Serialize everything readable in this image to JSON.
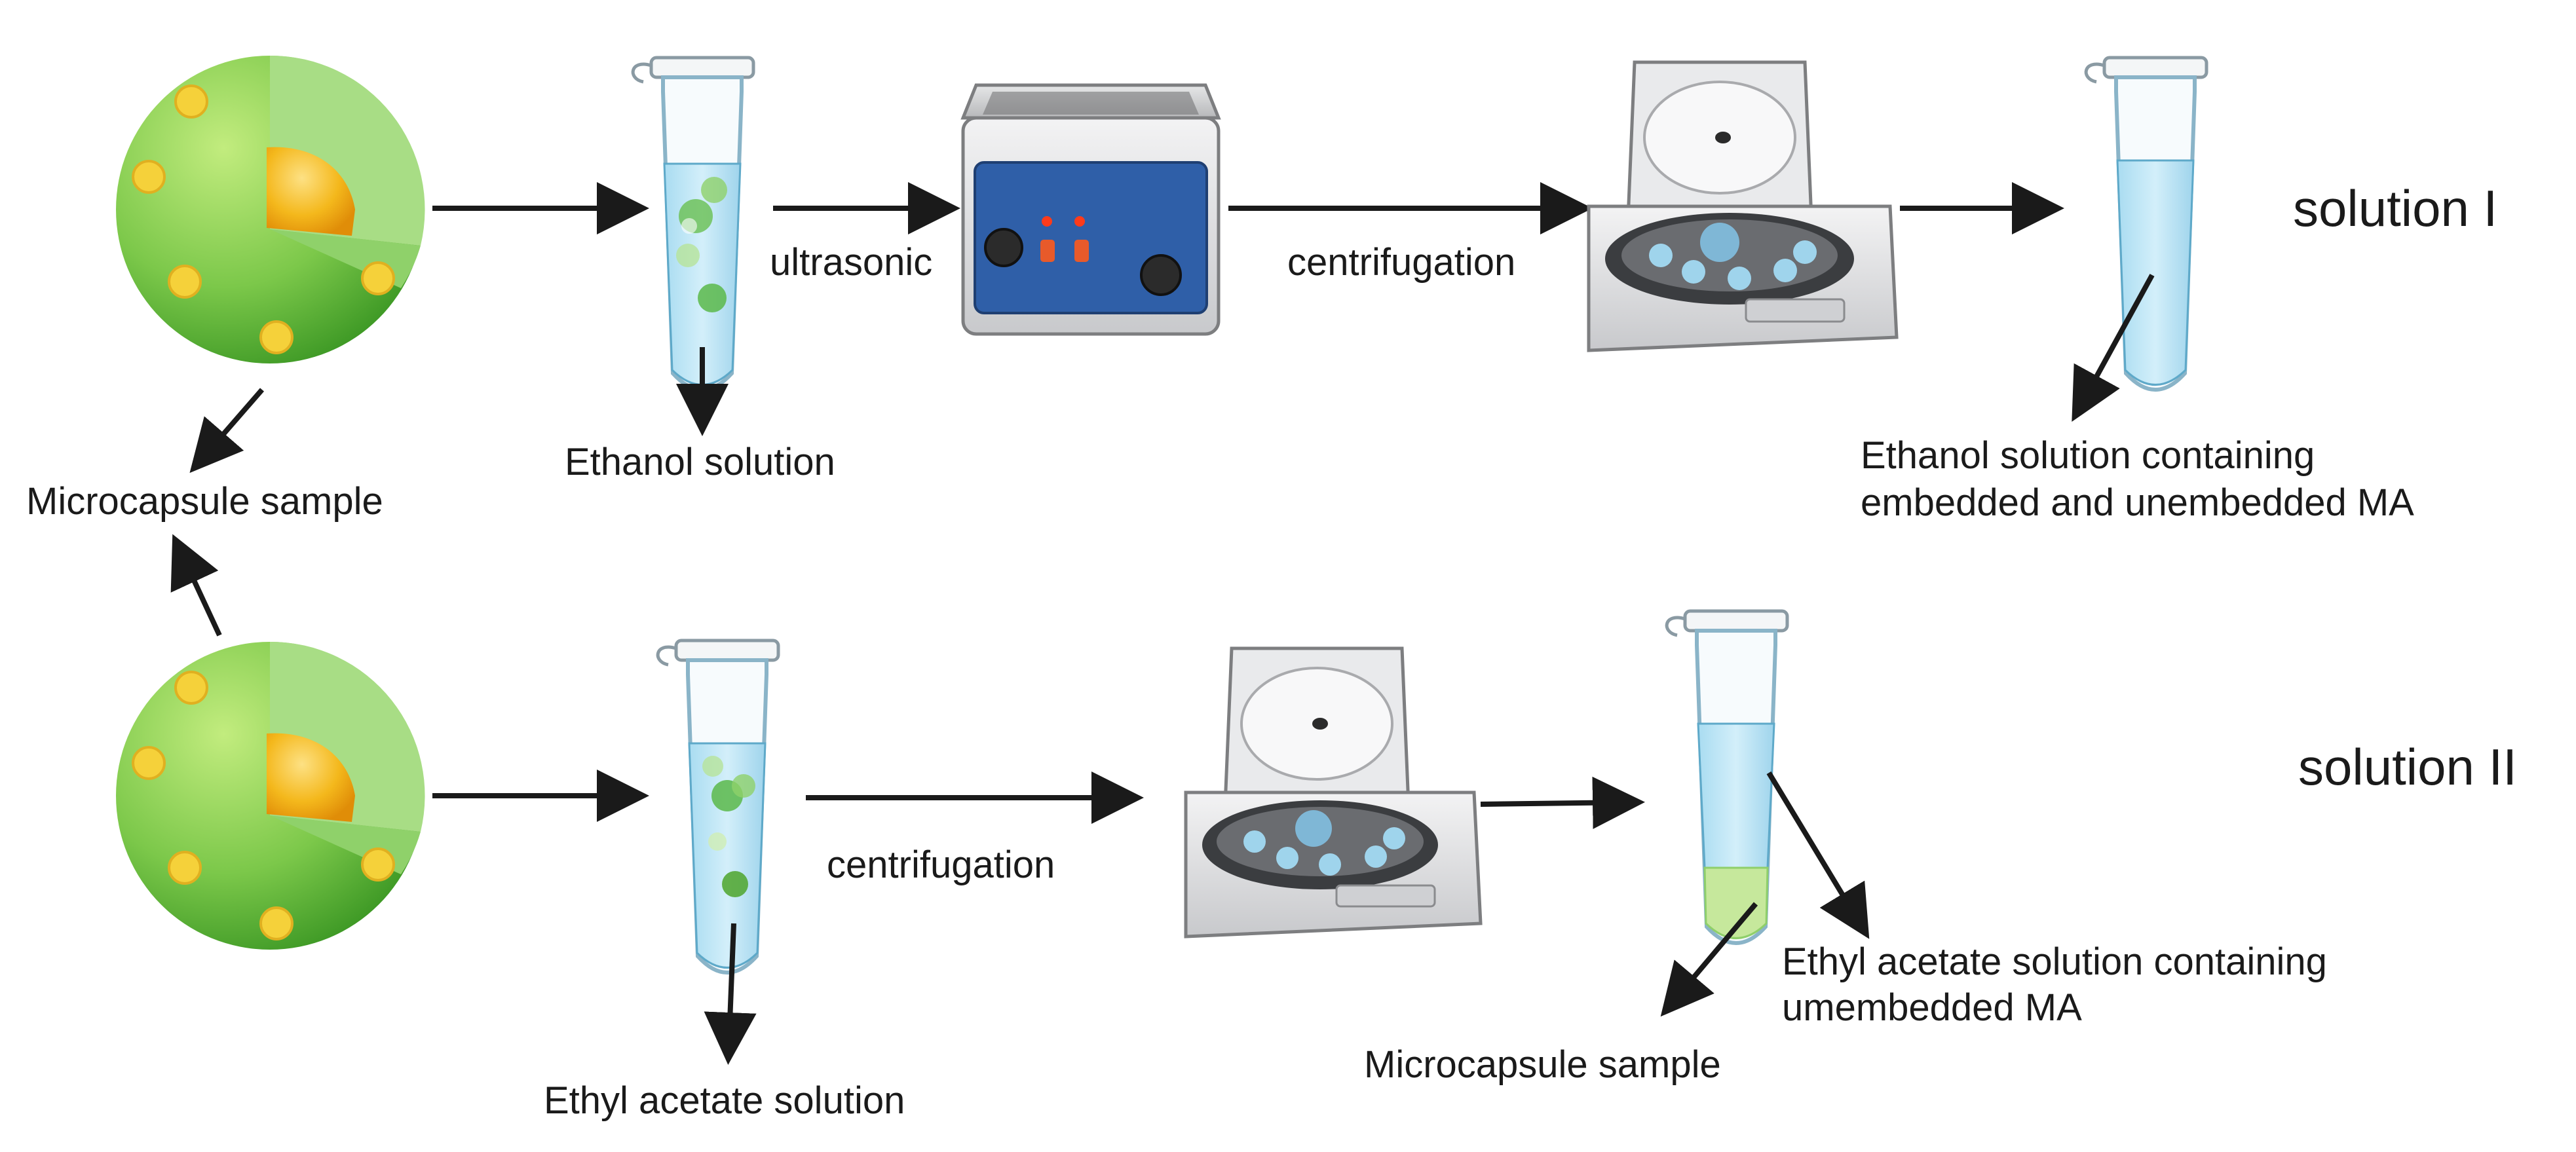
{
  "labels": {
    "microcapsule_sample_top": "Microcapsule sample",
    "ethanol_solution": "Ethanol solution",
    "ultrasonic": "ultrasonic",
    "centrifugation_top": "centrifugation",
    "solution_1": "solution I",
    "solution_1_desc_line1": "Ethanol solution containing",
    "solution_1_desc_line2": "embedded and unembedded MA",
    "solution_2": "solution II",
    "centrifugation_bottom": "centrifugation",
    "ethyl_acetate_solution": "Ethyl acetate solution",
    "microcapsule_sample_bottom": "Microcapsule sample",
    "solution_2_desc_line1": "Ethyl acetate solution containing",
    "solution_2_desc_line2": "umembedded MA"
  },
  "colors": {
    "shell_green": "#8bcf55",
    "shell_dark": "#4ea52b",
    "core_yellow": "#f4b81c",
    "dot_yellow": "#f5d13a",
    "liquid_blue": "#bfe6f6",
    "tube_outline": "#8ab4c8",
    "ultrasonic_blue": "#2f5fa8",
    "device_gray": "#d9dadc",
    "arrow": "#1a1a1a",
    "sediment_green": "#c6e89c"
  }
}
